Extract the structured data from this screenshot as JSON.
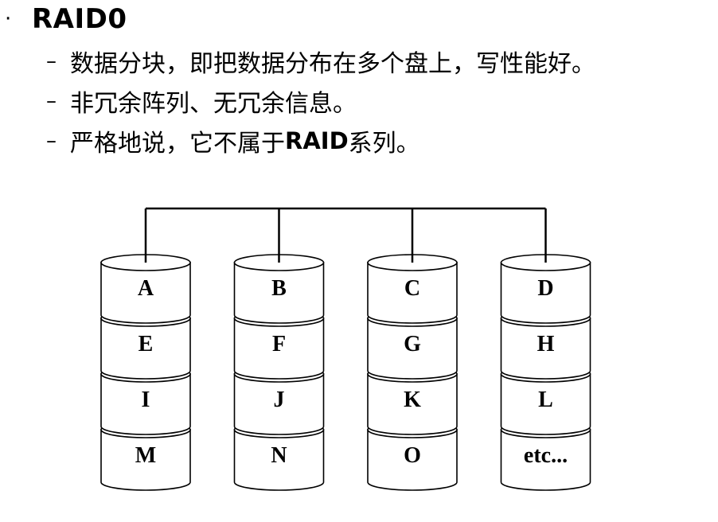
{
  "title": {
    "bullet": "·",
    "text": "RAID0"
  },
  "points": [
    {
      "dash": "–",
      "segments": [
        {
          "text": "数据分块，即把数据分布在多个盘上，写性能好。"
        }
      ]
    },
    {
      "dash": "–",
      "segments": [
        {
          "text": "非冗余阵列、无冗余信息。"
        }
      ]
    },
    {
      "dash": "–",
      "segments": [
        {
          "text": "严格地说，它不属于"
        },
        {
          "text": "RAID",
          "bold": true
        },
        {
          "text": "系列。"
        }
      ]
    }
  ],
  "diagram": {
    "disks": [
      {
        "blocks": [
          "A",
          "E",
          "I",
          "M"
        ]
      },
      {
        "blocks": [
          "B",
          "F",
          "J",
          "N"
        ]
      },
      {
        "blocks": [
          "C",
          "G",
          "K",
          "O"
        ]
      },
      {
        "blocks": [
          "D",
          "H",
          "L",
          "etc..."
        ]
      }
    ]
  }
}
